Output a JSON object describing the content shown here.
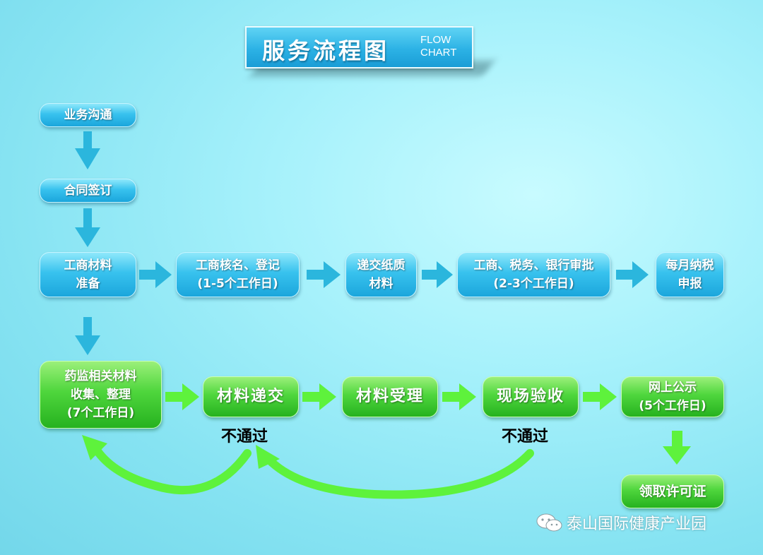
{
  "title": {
    "main": "服务流程图",
    "en_line1": "FLOW",
    "en_line2": "CHART"
  },
  "nodes": {
    "communication": "业务沟通",
    "contract": "合同签订",
    "business_prep": "工商材料\n准备",
    "name_registration": "工商核名、登记\n(1-5个工作日)",
    "submit_paper": "递交纸质\n材料",
    "approval": "工商、税务、银行审批\n(2-3个工作日)",
    "monthly_tax": "每月纳税\n申报",
    "fda_collect": "药监相关材料\n收集、整理\n(7个工作日)",
    "material_submit": "材料递交",
    "material_accept": "材料受理",
    "onsite_check": "现场验收",
    "public_notice": "网上公示\n(5个工作日)",
    "license": "领取许可证"
  },
  "labels": {
    "fail_1": "不通过",
    "fail_2": "不通过"
  },
  "watermark": {
    "text": "泰山国际健康产业园",
    "icon": "wechat-icon"
  },
  "colors": {
    "blue_arrow": "#2bb6dd",
    "green_arrow": "#5ef23c",
    "background": "#a6f1fb"
  }
}
